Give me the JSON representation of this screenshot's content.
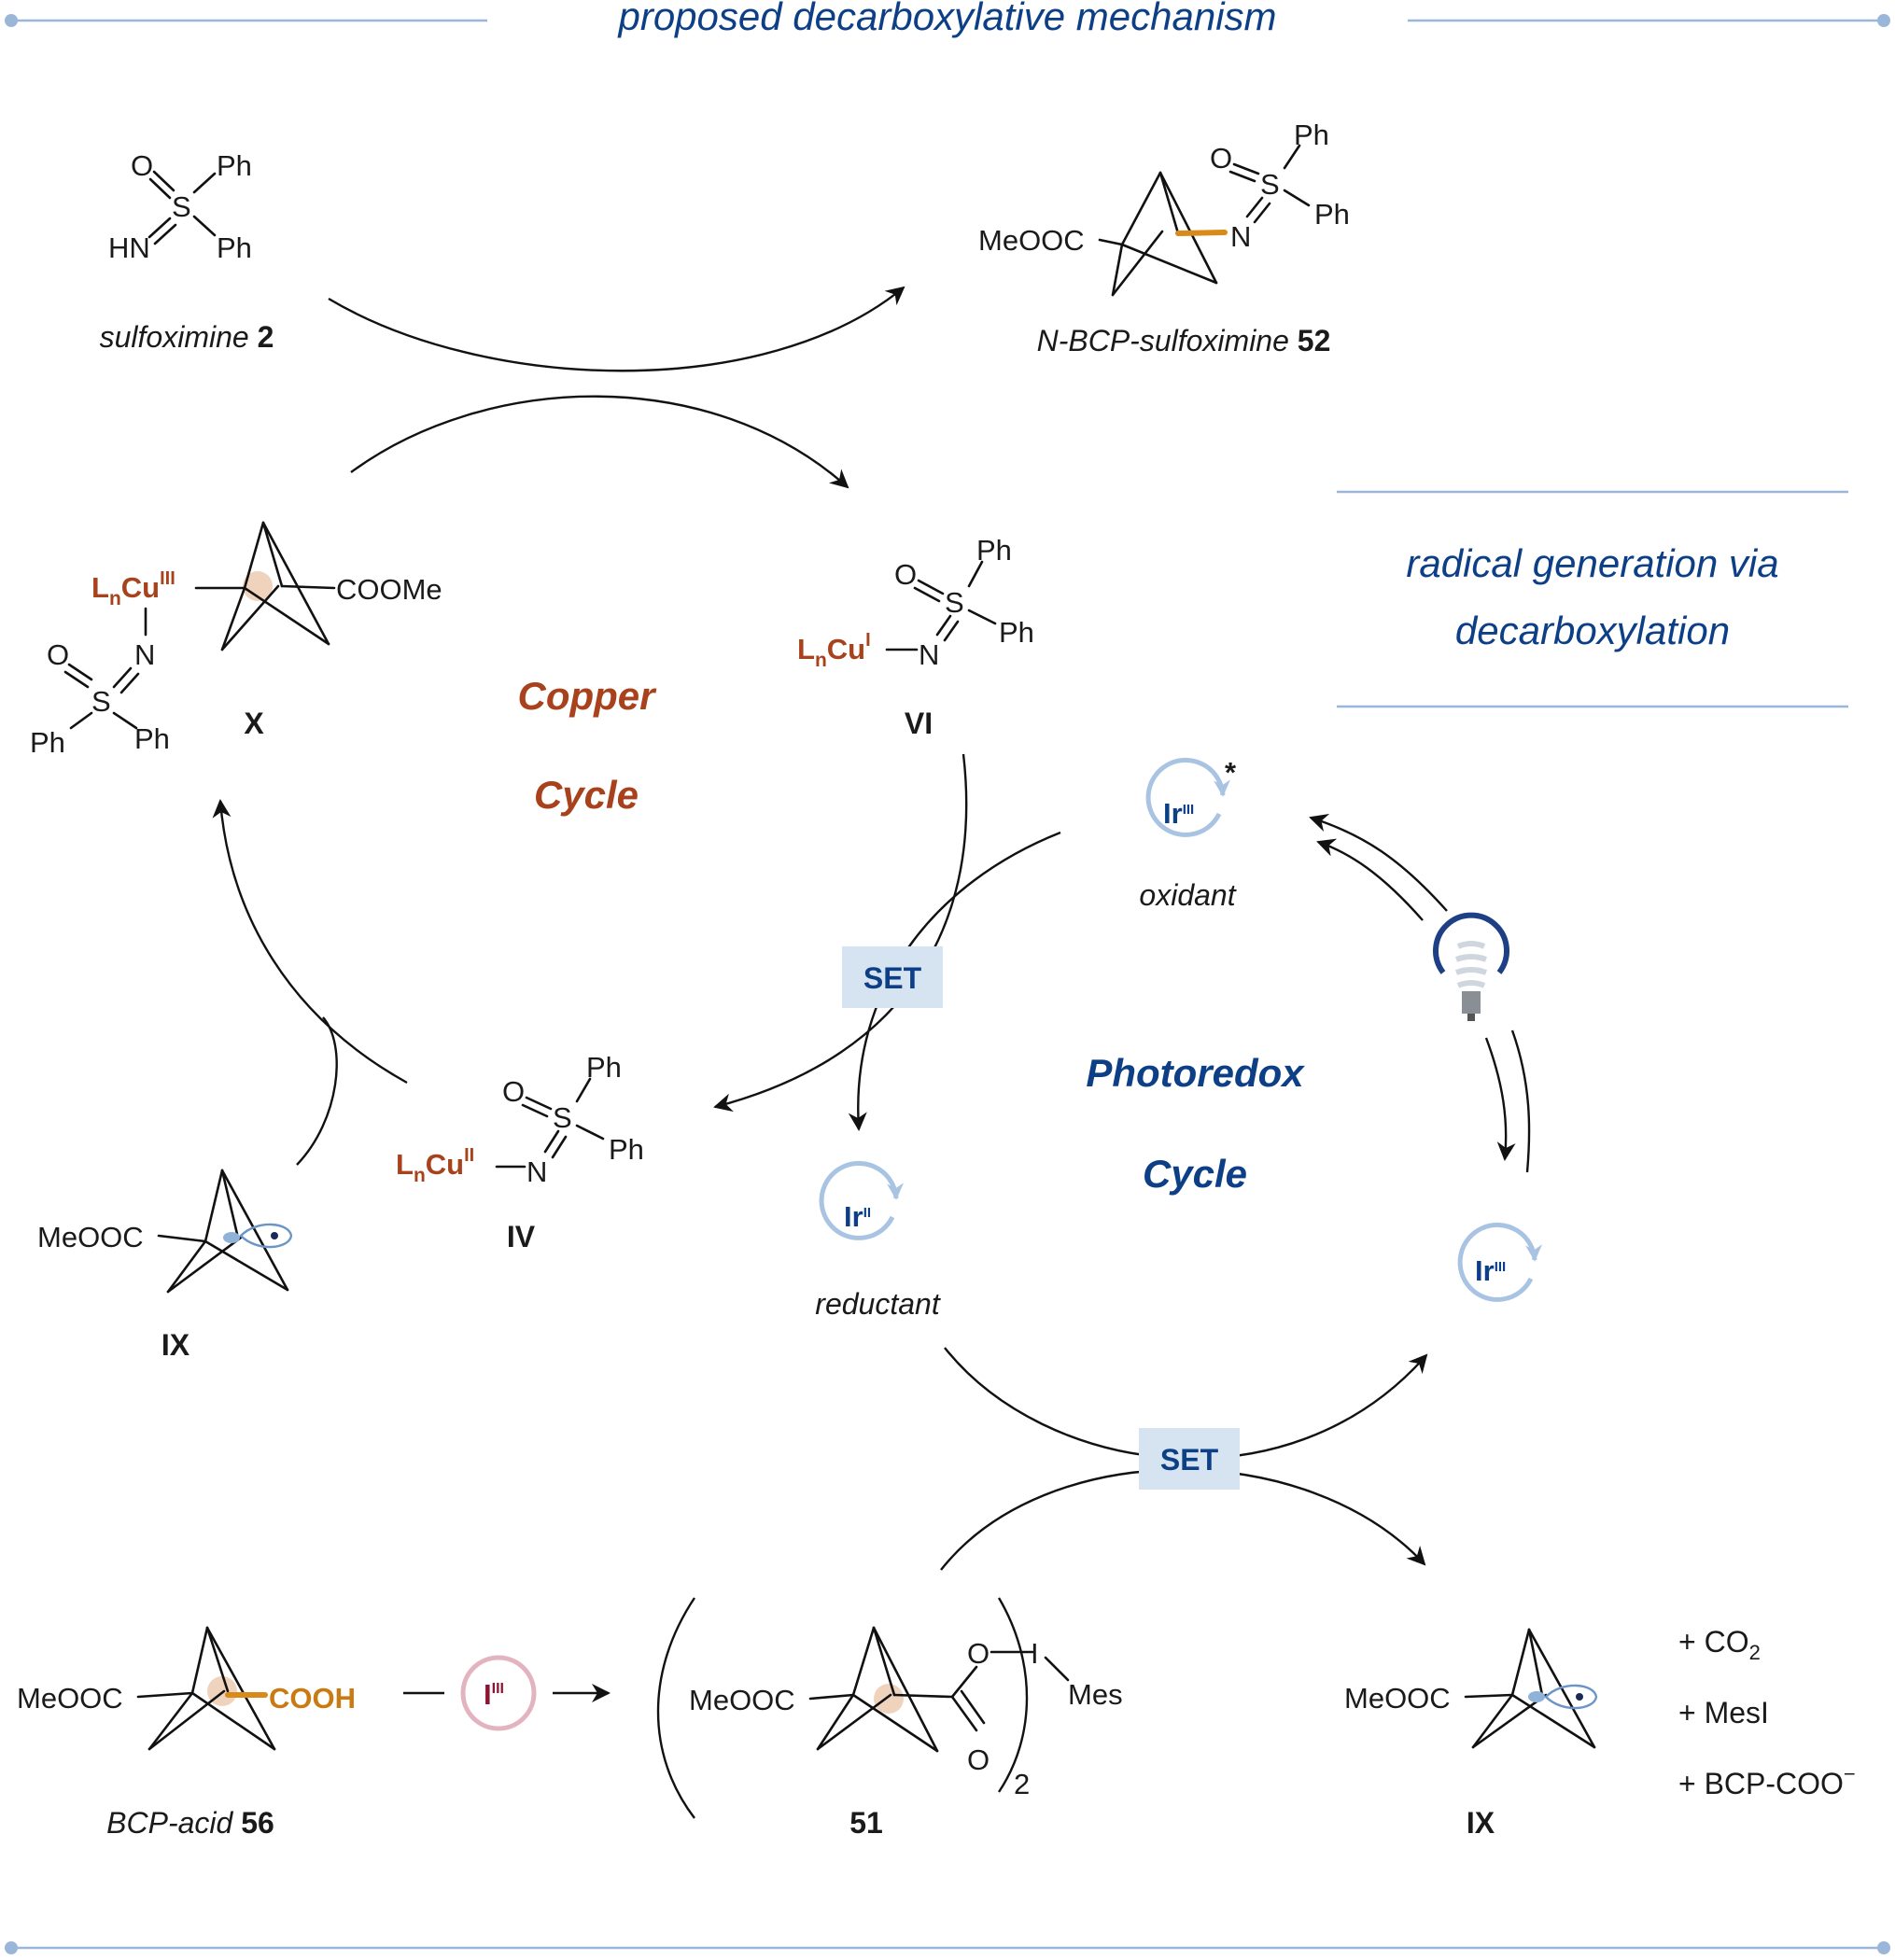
{
  "header": {
    "title": "proposed decarboxylative mechanism",
    "side_title_line1": "radical generation via",
    "side_title_line2": "decarboxylation"
  },
  "cycles": {
    "copper_line1": "Copper",
    "copper_line2": "Cycle",
    "photoredox_line1": "Photoredox",
    "photoredox_line2": "Cycle"
  },
  "labels": {
    "sulfoximine_text": "sulfoximine",
    "sulfoximine_num": "2",
    "product_text": "N-BCP-sulfoximine",
    "product_num": "52",
    "bcp_acid_text": "BCP-acid",
    "bcp_acid_num": "56",
    "x": "X",
    "vi": "VI",
    "iv": "IV",
    "ix_left": "IX",
    "ix_right": "IX",
    "num_51": "51",
    "oxidant": "oxidant",
    "reductant": "reductant",
    "set_top": "SET",
    "set_bottom": "SET"
  },
  "atoms": {
    "O": "O",
    "S": "S",
    "N": "N",
    "HN": "HN",
    "Ph": "Ph",
    "MeOOC": "MeOOC",
    "COOMe": "COOMe",
    "COOH": "COOH",
    "I": "I",
    "Mes": "Mes",
    "sub2": "2",
    "Ln": "L",
    "n": "n",
    "Cu": "Cu",
    "ox_III": "III",
    "ox_II": "II",
    "ox_I": "I",
    "Ir": "Ir",
    "star": "*",
    "I_reagent": "I"
  },
  "byproducts": [
    "+ CO",
    "+ MesI",
    "+ BCP-COO"
  ],
  "byproduct_sub": "2",
  "byproduct_sup": "−",
  "colors": {
    "accent_blue": "#0d3f86",
    "copper": "#a8421c",
    "rule": "#9ab6d9",
    "set_box": "#d6e3f1",
    "orange_bond": "#d98a1a",
    "iodine_ring": "#e3b4c0",
    "iodine_text": "#8c1535"
  },
  "icons": [
    "light-bulb-icon",
    "cycle-arrow-icon"
  ]
}
